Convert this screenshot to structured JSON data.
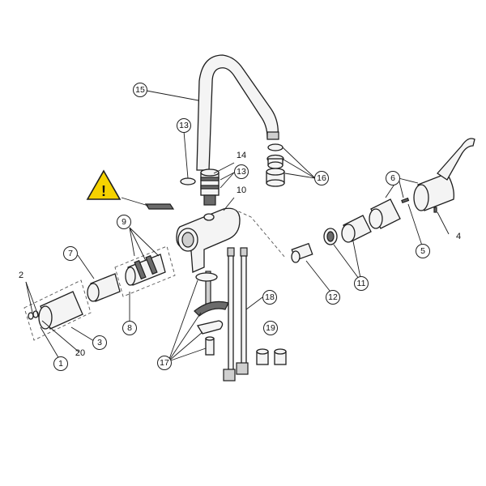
{
  "callouts": {
    "c1": "1",
    "c2": "2",
    "c3": "3",
    "c4": "4",
    "c5": "5",
    "c6": "6",
    "c7": "7",
    "c8": "8",
    "c9": "9",
    "c10": "10",
    "c11": "11",
    "c12": "12",
    "c13a": "13",
    "c13b": "13",
    "c14": "14",
    "c15": "15",
    "c16": "16",
    "c17": "17",
    "c18": "18",
    "c19": "19",
    "c20": "20"
  },
  "warning": {
    "symbol": "!",
    "color": "#f5d200"
  }
}
